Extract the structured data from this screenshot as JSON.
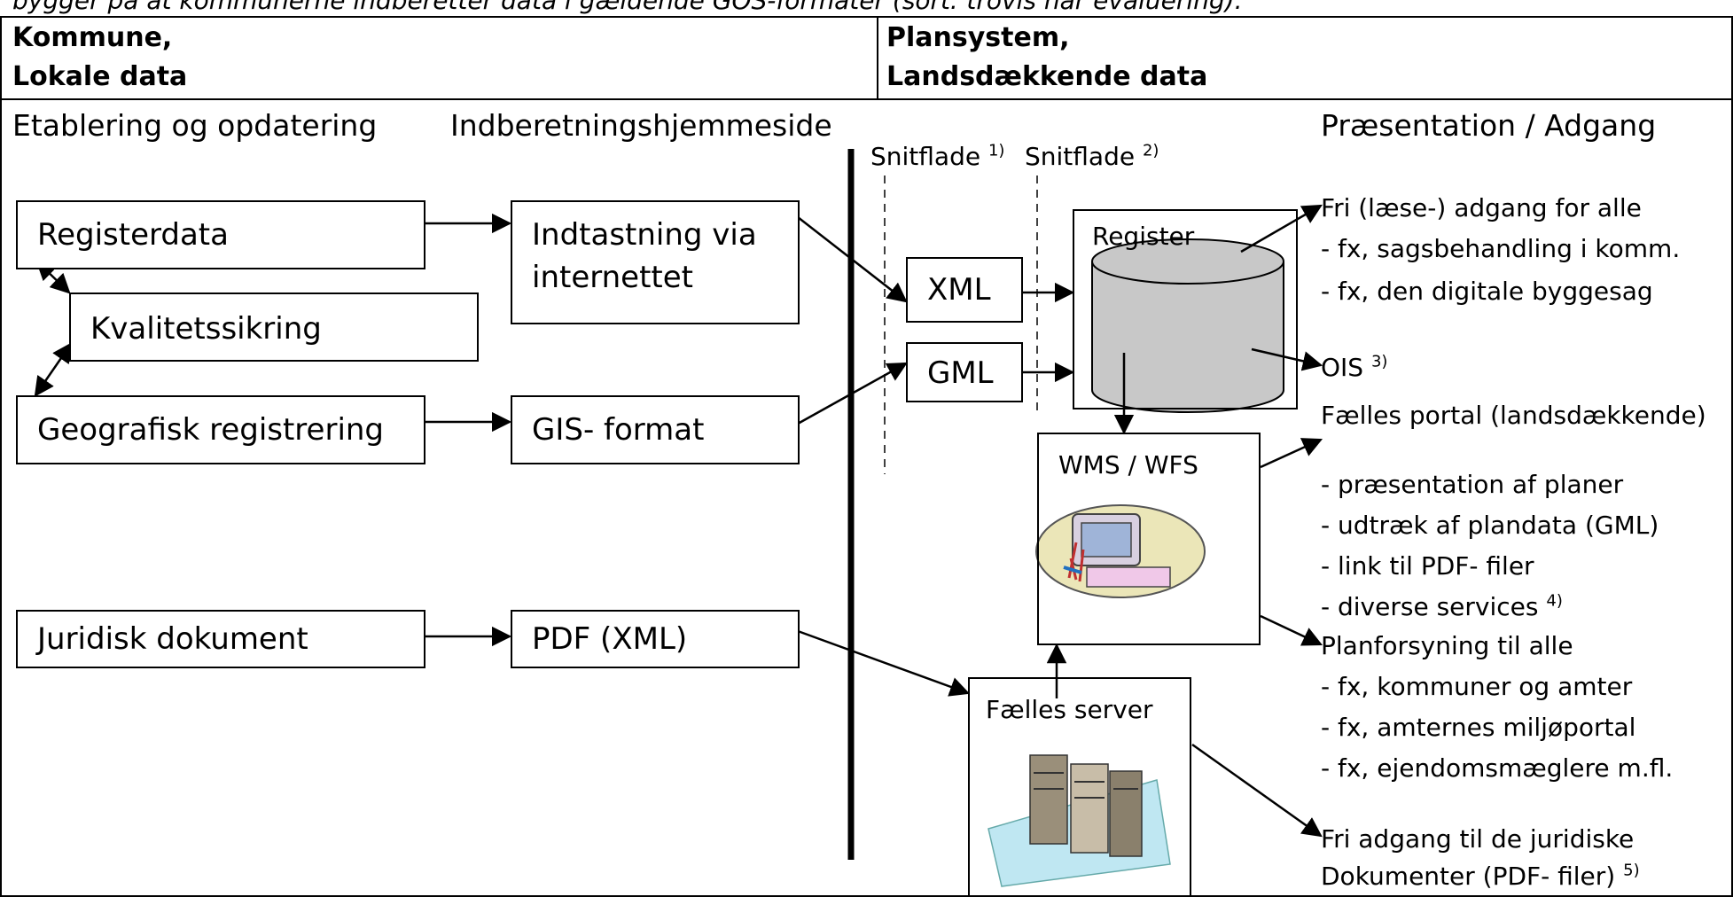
{
  "top_caption": "bygger på at kommunerne indberetter data i gældende GOS-formater (sort: trovls har evaluering).",
  "header": {
    "left_line1": "Kommune,",
    "left_line2": "Lokale data",
    "right_line1": "Plansystem,",
    "right_line2": "Landsdækkende data"
  },
  "columns": {
    "establish": "Etablering og opdatering",
    "report": "Indberetningshjemmeside",
    "presentation": "Præsentation / Adgang",
    "interface1": "Snitflade",
    "interface1_note": "1)",
    "interface2": "Snitflade",
    "interface2_note": "2)"
  },
  "boxes": {
    "registerdata": "Registerdata",
    "quality": "Kvalitetssikring",
    "geo": "Geografisk registrering",
    "legal": "Juridisk dokument",
    "input_line1": "Indtastning via",
    "input_line2": "internettet",
    "gis": "GIS- format",
    "pdf": "PDF (XML)",
    "xml": "XML",
    "gml": "GML",
    "register": "Register",
    "wms": "WMS / WFS",
    "server": "Fælles server"
  },
  "access": {
    "free_read": "Fri (læse-) adgang for alle",
    "free_read_1": "- fx, sagsbehandling i komm.",
    "free_read_2": "- fx, den digitale byggesag",
    "ois": "OIS",
    "ois_note": "3)",
    "portal": "Fælles portal (landsdækkende)",
    "portal_1": "- præsentation af planer",
    "portal_2": "- udtræk af plandata (GML)",
    "portal_3": "- link til PDF- filer",
    "portal_4": "- diverse services",
    "portal_4_note": "4)",
    "supply": "Planforsyning til alle",
    "supply_1": "- fx, kommuner og amter",
    "supply_2": "- fx, amternes miljøportal",
    "supply_3": "- fx, ejendomsmæglere m.fl.",
    "legal_access_1": "Fri adgang til de juridiske",
    "legal_access_2": "Dokumenter (PDF- filer)",
    "legal_access_note": "5)"
  },
  "icons": {
    "database": "cylinder-database-icon",
    "computer": "computer-clipart-icon",
    "server": "server-clipart-icon"
  },
  "colors": {
    "cylinder_fill": "#c8c8c8",
    "line": "#000000"
  }
}
